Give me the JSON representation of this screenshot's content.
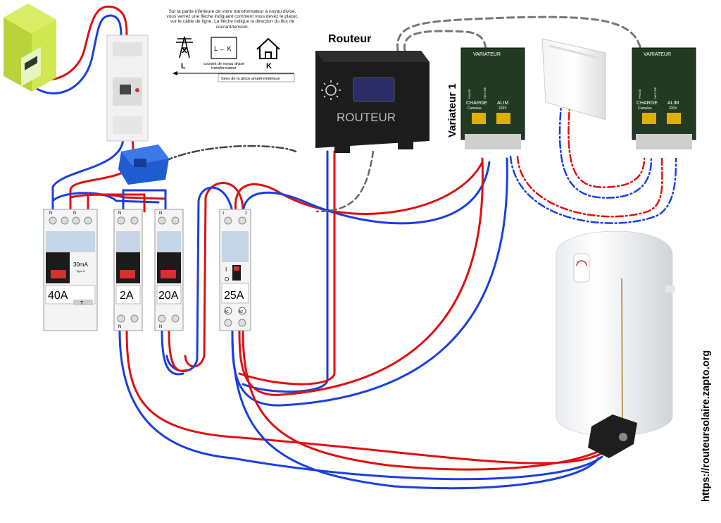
{
  "header": {
    "router_title": "Routeur",
    "variator1_title": "Variateur 1"
  },
  "ct_notice": {
    "instruction": "Sur la partie inférieure de votre transformateur à noyau divisé, vous verrez une flèche indiquant comment vous devez le placer, sur le câble de ligne. La flèche indique la direction du flux de courant/tension.",
    "left_letter": "L",
    "right_letter": "K",
    "box_text": "L ← K",
    "caption": "courant de noyau divisé transformateur",
    "clamp_label": "Sens de la pince ampèremétrique",
    "left_icon": "pylon-icon",
    "right_icon": "house-icon"
  },
  "router": {
    "brand": "ROUTEUR",
    "icon": "sun-icon"
  },
  "variators": [
    {
      "title": "VARIATEUR",
      "charge": "CHARGE",
      "charge_sub": "Cumulus",
      "alim": "ALIM",
      "alim_sub": "220V",
      "phase": "PHASE",
      "neutre": "NEUTRE"
    },
    {
      "title": "VARIATEUR",
      "charge": "CHARGE",
      "charge_sub": "Cumulus",
      "alim": "ALIM",
      "alim_sub": "220V",
      "phase": "PHASE",
      "neutre": "NEUTRE"
    }
  ],
  "breakers": [
    {
      "rating": "40A",
      "extra": "30mA",
      "extra2": "Type A",
      "top_terminals": [
        "N",
        "",
        "N",
        ""
      ],
      "symbol": "T"
    },
    {
      "rating": "2A",
      "top_terminals": [
        "N",
        ""
      ],
      "bottom_terminals": [
        "N"
      ]
    },
    {
      "rating": "20A",
      "top_terminals": [
        "N",
        ""
      ],
      "bottom_terminals": [
        "N"
      ]
    },
    {
      "rating": "25A",
      "contactor_terminals": [
        "A1",
        "A2"
      ],
      "switch_on": "I",
      "switch_off": "O",
      "top_terminals": [
        "1",
        "2"
      ]
    }
  ],
  "footer": {
    "website": "https://routeursolaire.zapto.org"
  },
  "colors": {
    "phase": "#e01010",
    "neutral": "#1a3fe0",
    "signal": "#555555",
    "ct_clamp": "#1d5fd0",
    "meter": "#c9e63a",
    "variator_board": "#233a22"
  }
}
